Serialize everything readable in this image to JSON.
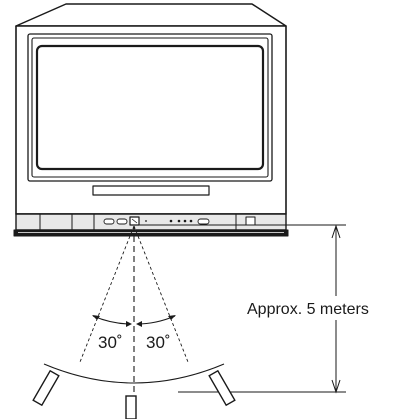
{
  "labels": {
    "distance": "Approx. 5 meters",
    "angle_left": "30˚",
    "angle_right": "30˚"
  },
  "colors": {
    "line": "#1a1a1a",
    "fill_light": "#ffffff",
    "fill_panel": "#e8e8e8"
  },
  "icons": {
    "tv": "crt-television-icon",
    "sensor": "remote-sensor-icon",
    "remote": "remote-control-icon"
  }
}
